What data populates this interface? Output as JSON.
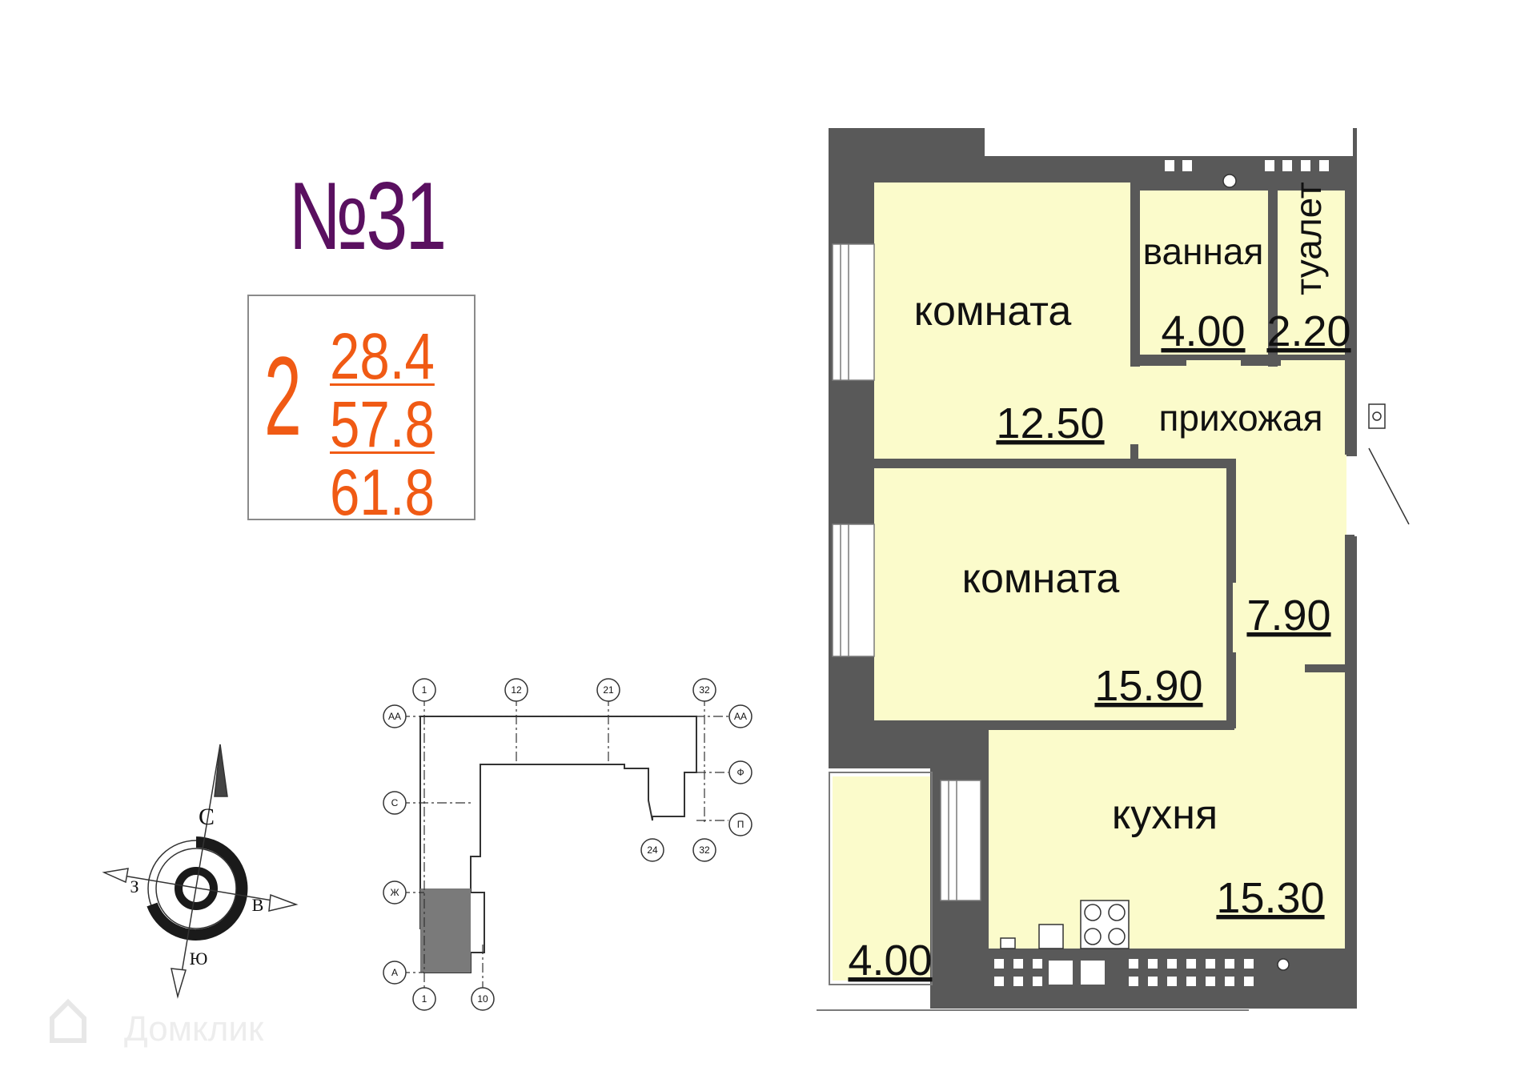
{
  "apartment": {
    "number": "№31",
    "rooms": "2",
    "areas": [
      "28.4",
      "57.8",
      "61.8"
    ]
  },
  "plan": {
    "rooms": [
      {
        "name": "комната",
        "area": "12.50"
      },
      {
        "name": "ванная",
        "area": "4.00"
      },
      {
        "name": "туалет",
        "area": "2.20"
      },
      {
        "name": "прихожая",
        "area": "7.90"
      },
      {
        "name": "комната",
        "area": "15.90"
      },
      {
        "name": "кухня",
        "area": "15.30"
      },
      {
        "name": "",
        "area": "4.00"
      }
    ],
    "colors": {
      "room_fill": "#fbfbcb",
      "wall": "#595959",
      "highlight": "#5a5a5a"
    }
  },
  "compass": {
    "north": "С",
    "south": "Ю",
    "west": "З",
    "east": "В"
  },
  "key_plan": {
    "axes_top": [
      "1",
      "12",
      "21",
      "32"
    ],
    "axes_left": [
      "АА",
      "С",
      "Ж",
      "А"
    ],
    "axes_right": [
      "АА",
      "Ф",
      "П"
    ],
    "axes_bottom": [
      "1",
      "10",
      "24",
      "32"
    ]
  },
  "watermark": "Домклик"
}
